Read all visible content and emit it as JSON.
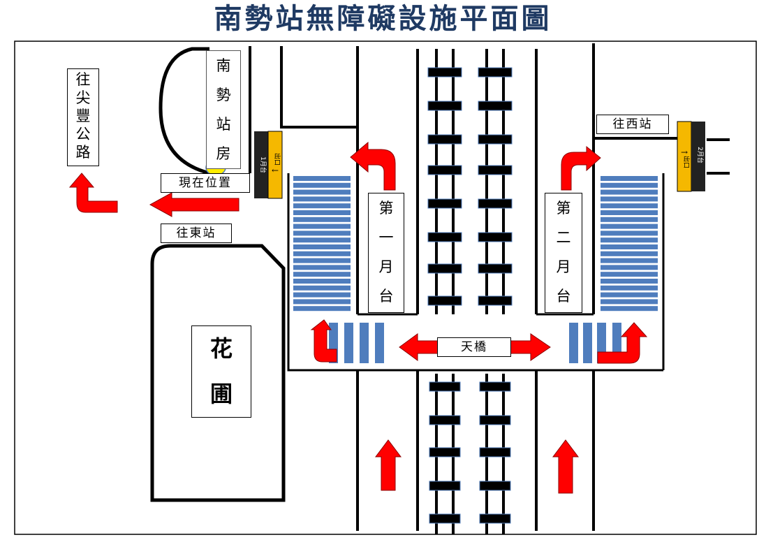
{
  "title": "南勢站無障礙設施平面圖",
  "labels": {
    "to_jianfeng_road": [
      "往",
      "尖",
      "豐",
      "公",
      "路"
    ],
    "station_building": [
      "南",
      "勢",
      "站",
      "房"
    ],
    "current_position": "現在位置",
    "to_east_station": "往東站",
    "to_west_station": "往西站",
    "platform_1": [
      "第",
      "一",
      "月",
      "台"
    ],
    "platform_2": [
      "第",
      "二",
      "月",
      "台"
    ],
    "overpass": "天橋",
    "garden": [
      "花",
      "圃"
    ],
    "exit_1_black": "1月台",
    "exit_1_yellow": "出口",
    "exit_2_black": "2月台",
    "exit_2_yellow": "出口"
  },
  "colors": {
    "title": "#1f3a63",
    "arrow_red": "#ff0000",
    "stairs_blue": "#4f7dbd",
    "exit_black": "#222222",
    "exit_yellow": "#f5b800",
    "current_position_marker": "#ffee00"
  }
}
